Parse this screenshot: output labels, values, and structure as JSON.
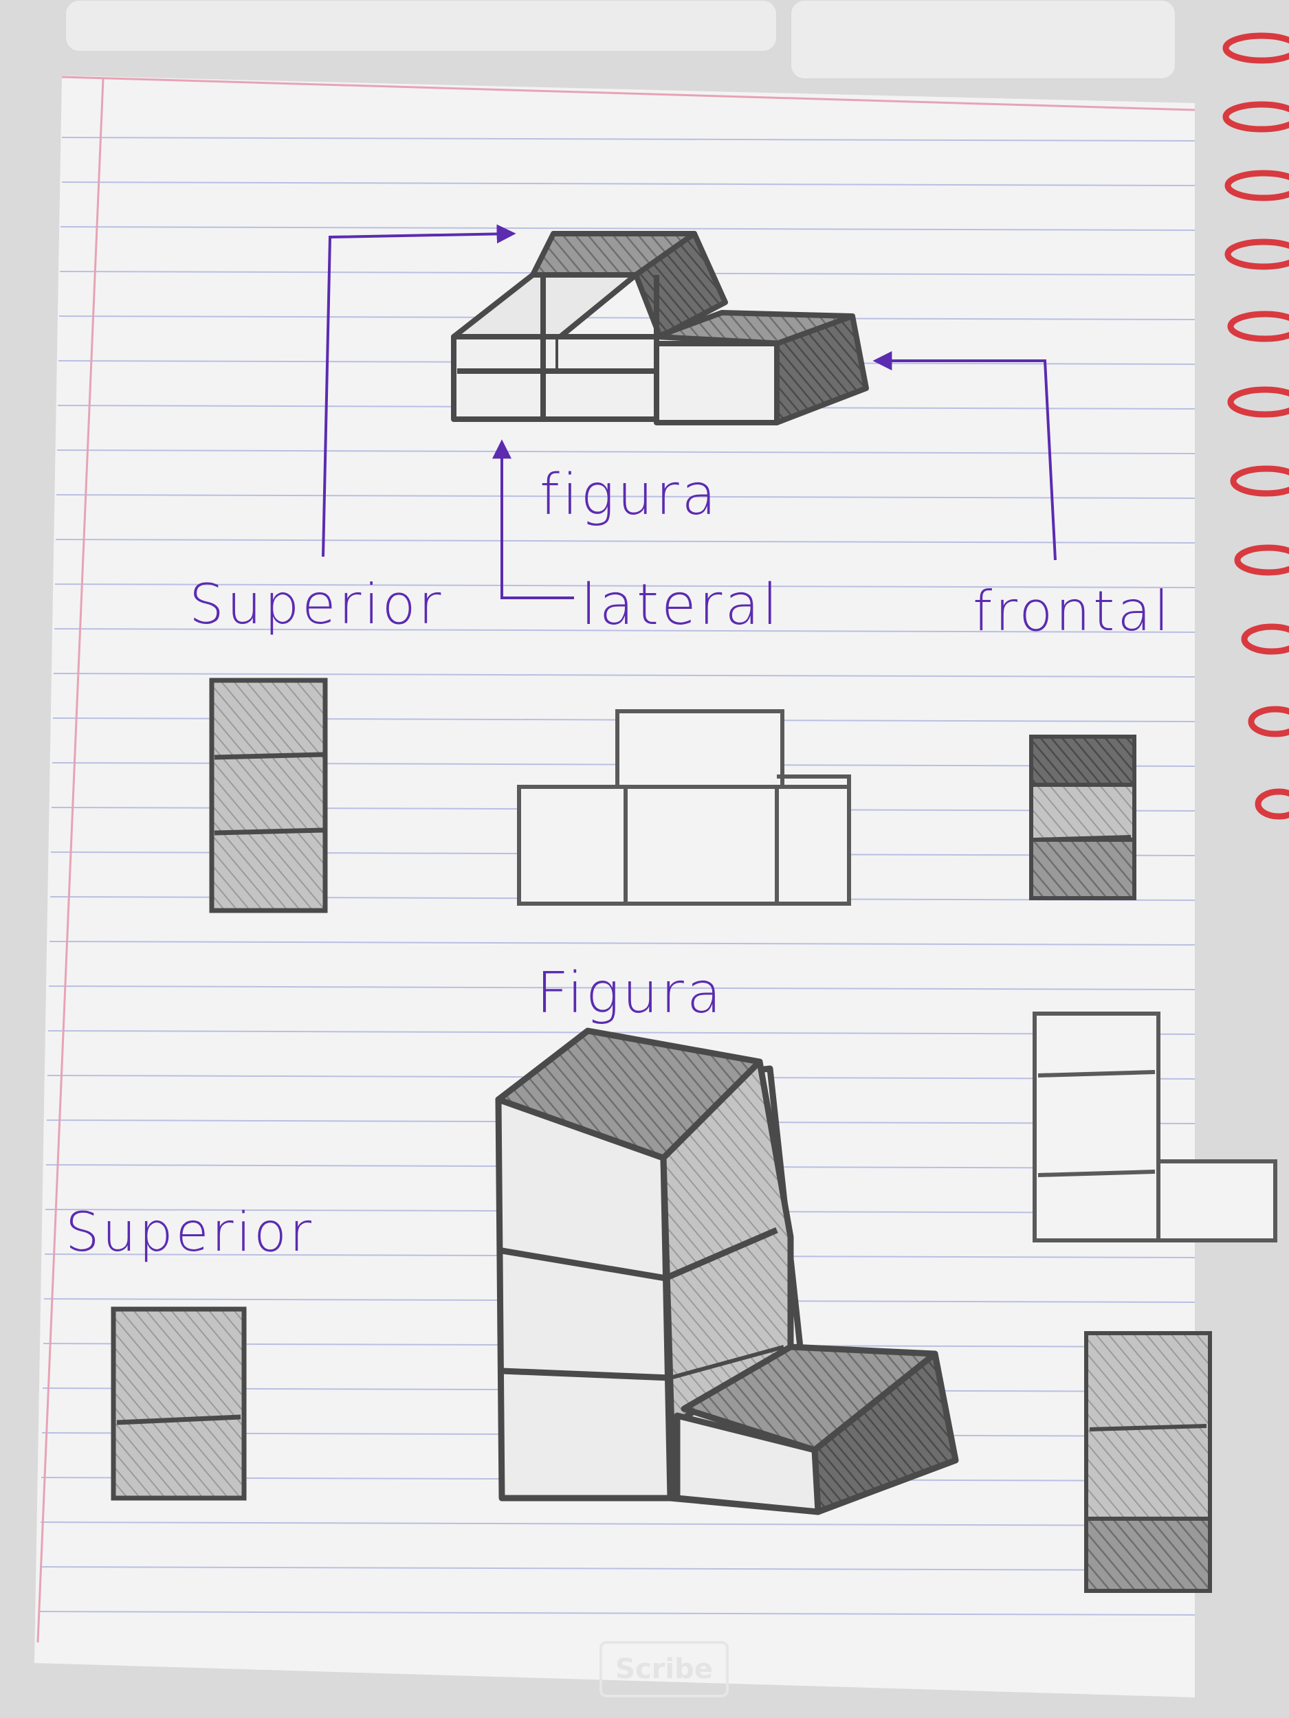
{
  "labels": {
    "figura_top": "figura",
    "superior_top": "Superior",
    "lateral": "lateral",
    "frontal": "frontal",
    "figura_bottom": "Figura",
    "superior_bottom": "Superior"
  },
  "brand": "Scribe",
  "colors": {
    "paper": "#f3f3f4",
    "ruling": "#b9bfe0",
    "margin_line": "#e7a3b4",
    "ink": "#5b2bb0",
    "pencil": "#4a4a4a",
    "shade": "#8d8d8d",
    "spiral": "#d83a3f"
  }
}
